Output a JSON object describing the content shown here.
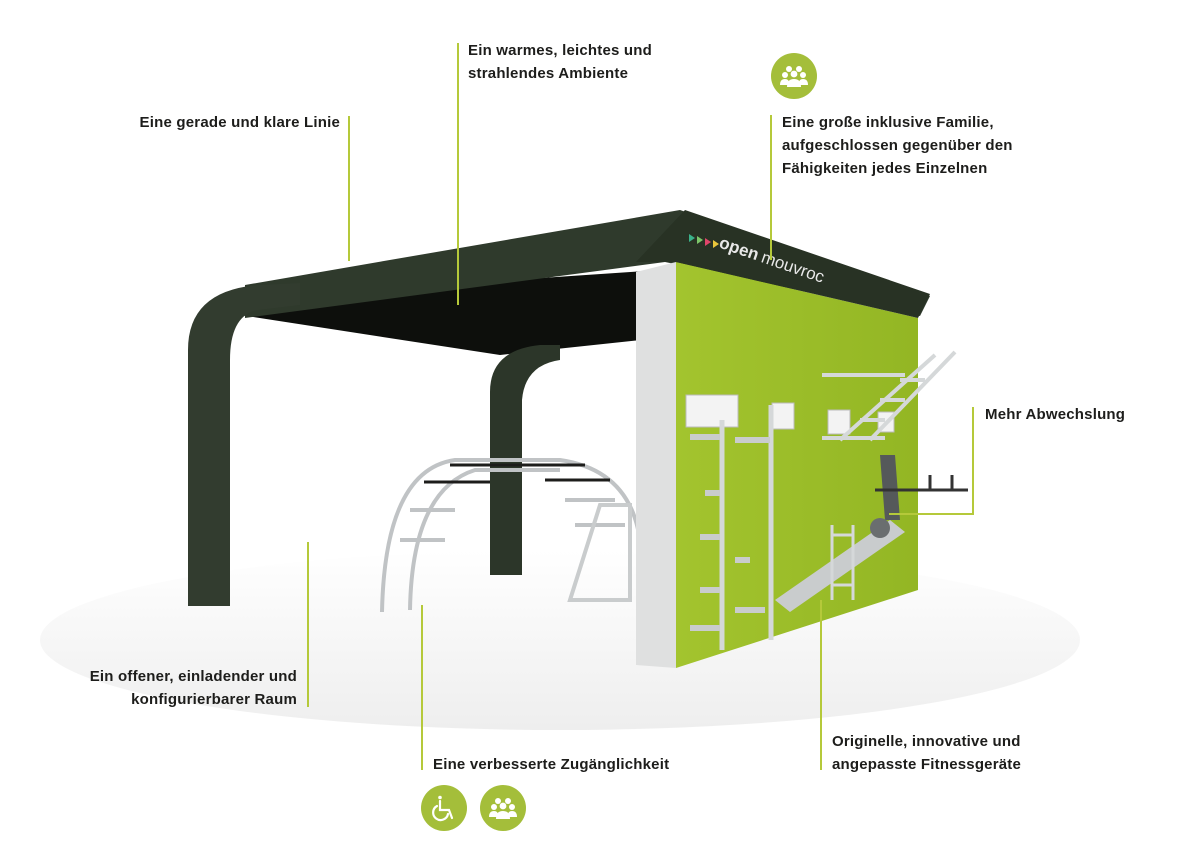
{
  "colors": {
    "accent_green": "#a4be3a",
    "leader_line": "#b5c93a",
    "roof_dark": "#2f3a2c",
    "wall_green": "#9cbf2a",
    "metal": "#c9cccd",
    "text": "#1d1d1b"
  },
  "brand": {
    "name_bold": "open",
    "name_light": "mouvroc",
    "arrow_colors": [
      "#3bb28a",
      "#7cc66a",
      "#e0456a",
      "#e9c63b"
    ]
  },
  "annotations": [
    {
      "id": "straight-line",
      "text_lines": [
        "Eine gerade und klare Linie"
      ]
    },
    {
      "id": "warm-ambience",
      "text_lines": [
        "Ein warmes, leichtes und",
        "strahlendes Ambiente"
      ]
    },
    {
      "id": "inclusive-family",
      "text_lines": [
        "Eine große inklusive Familie,",
        "aufgeschlossen gegenüber den",
        "Fähigkeiten jedes Einzelnen"
      ]
    },
    {
      "id": "more-variety",
      "text_lines": [
        "Mehr Abwechslung"
      ]
    },
    {
      "id": "open-space",
      "text_lines": [
        "Ein offener, einladender und",
        "konfigurierbarer Raum"
      ]
    },
    {
      "id": "accessibility",
      "text_lines": [
        "Eine verbesserte Zugänglichkeit"
      ]
    },
    {
      "id": "fitness-equipment",
      "text_lines": [
        "Originelle, innovative und",
        "angepasste Fitnessgeräte"
      ]
    }
  ],
  "icons": [
    {
      "name": "group-icon",
      "position": "top"
    },
    {
      "name": "wheelchair-icon",
      "position": "bottom-left"
    },
    {
      "name": "group-icon",
      "position": "bottom-right"
    }
  ]
}
